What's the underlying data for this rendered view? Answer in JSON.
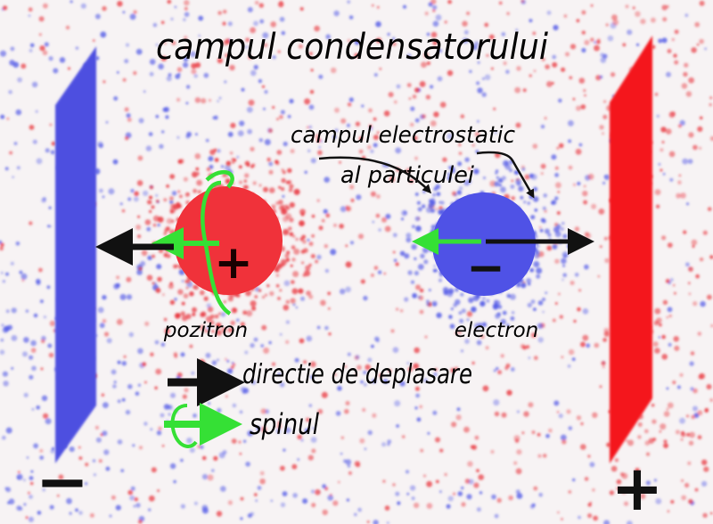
{
  "title": "campul condensatorului",
  "field_label_line1": "campul electrostatic",
  "field_label_line2": "al particulei",
  "particles": {
    "positron": {
      "label": "pozitron",
      "sign": "+",
      "color": "#f0323a"
    },
    "electron": {
      "label": "electron",
      "sign": "−",
      "color": "#4f52e6"
    }
  },
  "plates": {
    "left": {
      "sign": "−",
      "color": "#4d4fe0"
    },
    "right": {
      "sign": "+",
      "color": "#f4161e"
    }
  },
  "legend": {
    "motion_label": "directie de deplasare",
    "spin_label": "spinul"
  },
  "colors": {
    "arrow": "#111111",
    "spin": "#35e035",
    "dot_red": "#e8343c",
    "dot_blue": "#5058e6"
  }
}
